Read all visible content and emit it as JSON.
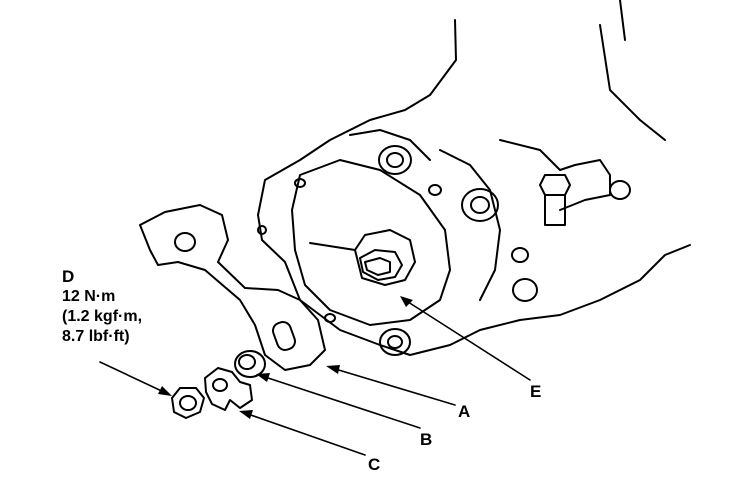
{
  "labels": {
    "A": "A",
    "B": "B",
    "C": "C",
    "D": "D",
    "E": "E"
  },
  "torque_spec": {
    "line1": "12 N·m",
    "line2": "(1.2 kgf·m,",
    "line3": "8.7 lbf·ft)"
  },
  "colors": {
    "ink": "#000000",
    "paper": "#ffffff"
  }
}
